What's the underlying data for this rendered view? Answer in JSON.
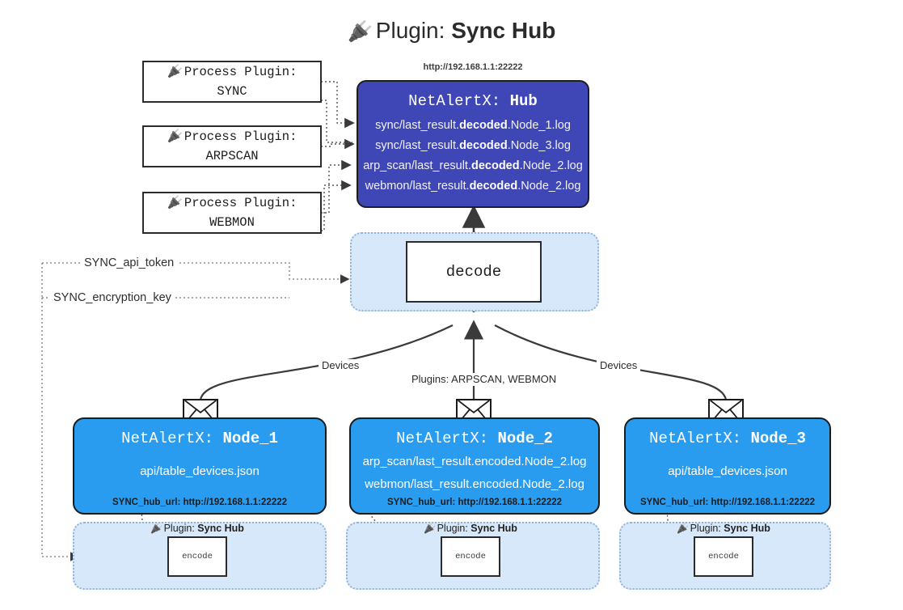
{
  "title": {
    "icon": "plug-icon",
    "prefix": "Plugin:",
    "name": "Sync Hub"
  },
  "process_plugins": [
    {
      "icon": "plug-icon",
      "caption": "Process Plugin:",
      "name": "SYNC"
    },
    {
      "icon": "plug-icon",
      "caption": "Process Plugin:",
      "name": "ARPSCAN"
    },
    {
      "icon": "plug-icon",
      "caption": "Process Plugin:",
      "name": "WEBMON"
    }
  ],
  "hub": {
    "url": "http://192.168.1.1:22222",
    "title_prefix": "NetAlertX:",
    "title_name": "Hub",
    "logs": [
      {
        "pre": "sync/last_result.",
        "em": "decoded",
        "post": ".Node_1.log"
      },
      {
        "pre": "sync/last_result.",
        "em": "decoded",
        "post": ".Node_3.log"
      },
      {
        "pre": "arp_scan/last_result.",
        "em": "decoded",
        "post": ".Node_2.log"
      },
      {
        "pre": "webmon/last_result.",
        "em": "decoded",
        "post": ".Node_2.log"
      }
    ]
  },
  "decode": {
    "label": "decode"
  },
  "secrets": [
    {
      "label": "SYNC_api_token"
    },
    {
      "label": "SYNC_encryption_key"
    }
  ],
  "edge_labels": {
    "left_devices": "Devices",
    "center_plugins": "Plugins: ARPSCAN, WEBMON",
    "right_devices": "Devices"
  },
  "nodes": [
    {
      "title_prefix": "NetAlertX:",
      "title_name": "Node_1",
      "lines": [
        "api/table_devices.json"
      ],
      "footer": "SYNC_hub_url: http://192.168.1.1:22222",
      "envelope_icon": "envelope-icon",
      "plugin_caption_prefix": "Plugin:",
      "plugin_caption_name": "Sync Hub",
      "encode_label": "encode"
    },
    {
      "title_prefix": "NetAlertX:",
      "title_name": "Node_2",
      "lines": [
        "arp_scan/last_result.encoded.Node_2.log",
        "webmon/last_result.encoded.Node_2.log"
      ],
      "footer": "SYNC_hub_url: http://192.168.1.1:22222",
      "envelope_icon": "envelope-icon",
      "plugin_caption_prefix": "Plugin:",
      "plugin_caption_name": "Sync Hub",
      "encode_label": "encode"
    },
    {
      "title_prefix": "NetAlertX:",
      "title_name": "Node_3",
      "lines": [
        "api/table_devices.json"
      ],
      "footer": "SYNC_hub_url: http://192.168.1.1:22222",
      "envelope_icon": "envelope-icon",
      "plugin_caption_prefix": "Plugin:",
      "plugin_caption_name": "Sync Hub",
      "encode_label": "encode"
    }
  ],
  "colors": {
    "hub_fill": "#3f46b5",
    "node_fill": "#2a9cf0",
    "shell_fill": "#d7e8fa",
    "shell_border": "#8fb4d6",
    "stroke": "#2b2b2b",
    "page_bg": "#ffffff"
  }
}
